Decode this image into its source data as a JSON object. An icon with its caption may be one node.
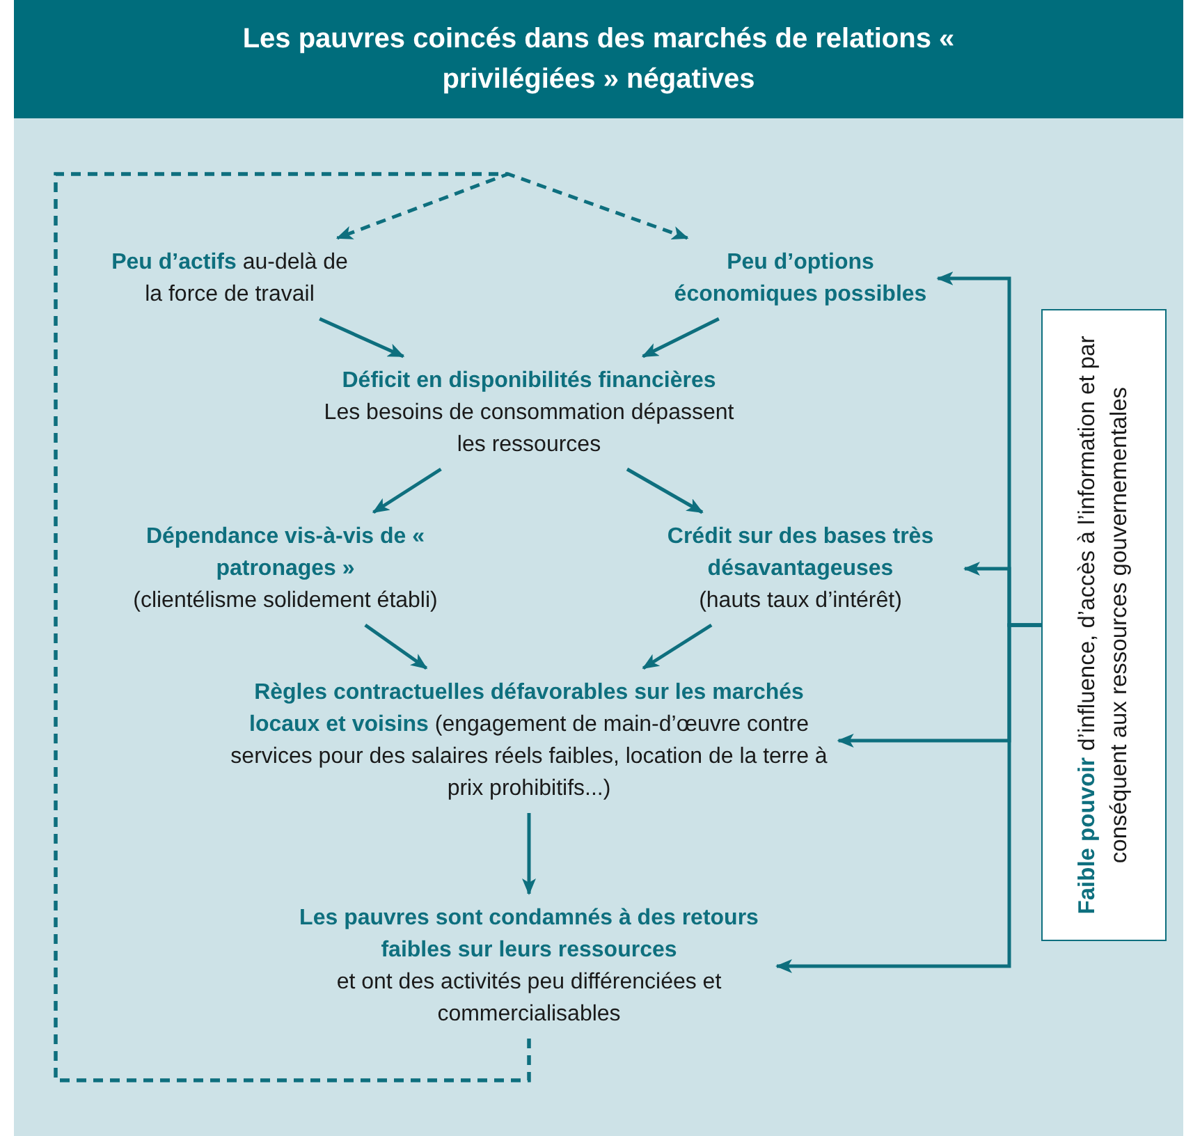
{
  "diagram": {
    "title": "Les pauvres coincés dans des marchés de relations « privilégiées » négatives",
    "nodes": [
      {
        "text": [
          "**Peu d’actifs** au-delà de la force de travail"
        ]
      },
      {
        "text": [
          "Peu d’options économiques possibles"
        ]
      },
      {
        "text": [
          "Déficit en disponibilités financières",
          "Les besoins de consommation dépassent les ressources"
        ]
      },
      {
        "text": [
          "Dépendance vis-à-vis de « patronages »",
          "(clientélisme solidement établi)"
        ]
      },
      {
        "text": [
          "Crédit sur des bases très désavantageuses",
          "(hauts taux d’intérêt)"
        ]
      },
      {
        "text": [
          "**Règles contractuelles défavorables sur les marchés locaux et voisins** (engagement de main-d’œuvre contre services pour des salaires réels faibles, location de la terre à prix prohibitifs...)"
        ]
      },
      {
        "text": [
          "Les pauvres sont condamnés à des retours faibles sur leurs ressources",
          "et ont des activités peu différenciées et commercialisables"
        ]
      },
      {
        "text": [
          "**Faible pouvoir** d’influence, d’accès à l’information et par conséquent aux ressources gouvernementales"
        ]
      }
    ],
    "edges": [
      {
        "from": 0,
        "to": 2,
        "arrow": "to"
      },
      {
        "from": 1,
        "to": 2,
        "arrow": "to"
      },
      {
        "from": 2,
        "to": 3,
        "arrow": "to"
      },
      {
        "from": 2,
        "to": 4,
        "arrow": "to"
      },
      {
        "from": 3,
        "to": 5,
        "arrow": "to"
      },
      {
        "from": 4,
        "to": 5,
        "arrow": "to"
      },
      {
        "from": 5,
        "to": 6,
        "arrow": "to"
      },
      {
        "from": 6,
        "to": 0,
        "arrow": "to",
        "style": "dashed"
      },
      {
        "from": 6,
        "to": 1,
        "arrow": "to",
        "style": "dashed"
      },
      {
        "from": 7,
        "to": 1,
        "arrow": "to"
      },
      {
        "from": 7,
        "to": 4,
        "arrow": "to"
      },
      {
        "from": 7,
        "to": 5,
        "arrow": "to"
      },
      {
        "from": 7,
        "to": 6,
        "arrow": "to"
      }
    ]
  }
}
